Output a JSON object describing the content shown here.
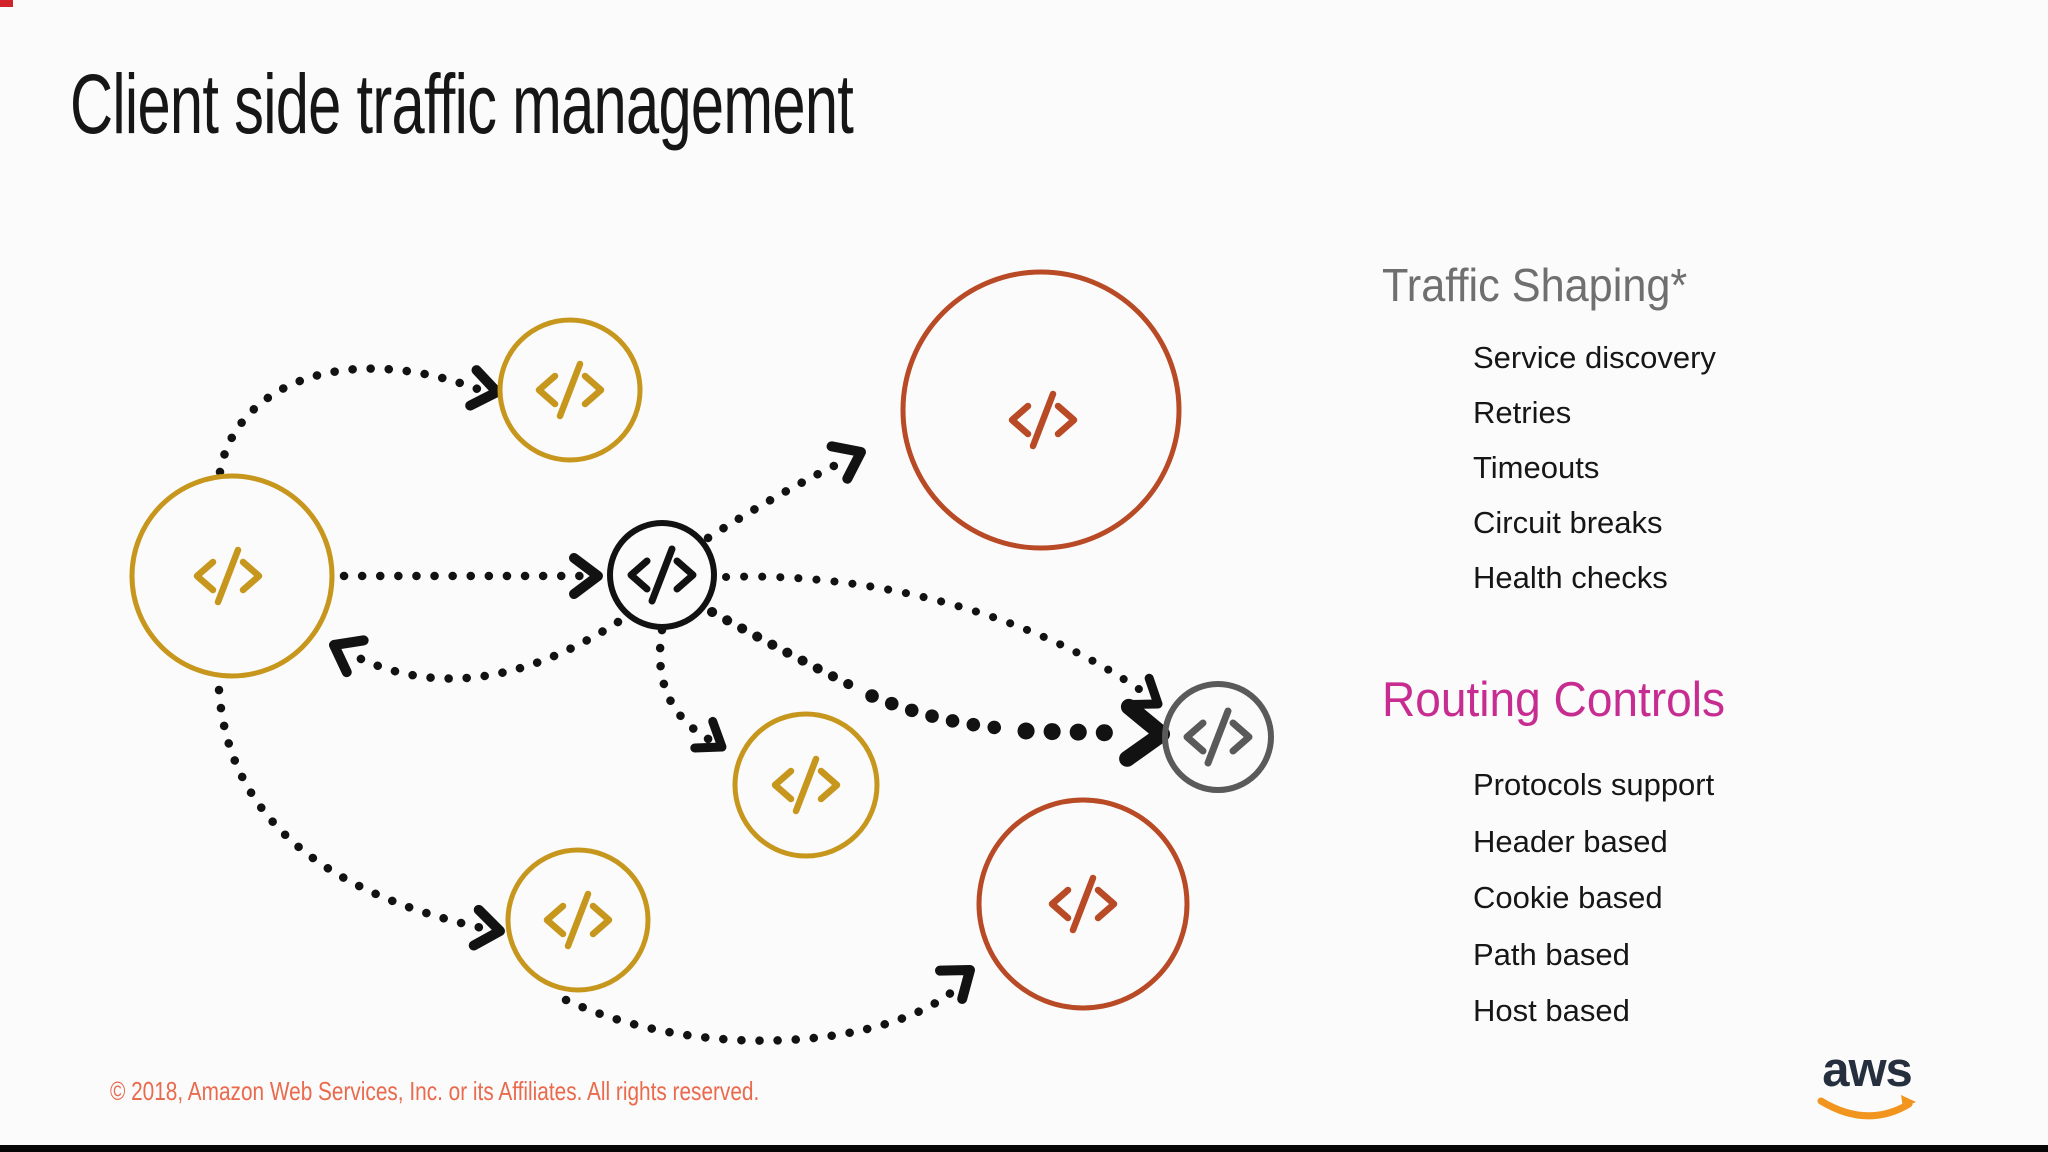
{
  "slide": {
    "title": "Client side traffic management"
  },
  "panels": {
    "traffic_shaping": {
      "heading": "Traffic Shaping*",
      "items": [
        "Service discovery",
        "Retries",
        "Timeouts",
        "Circuit breaks",
        "Health checks"
      ]
    },
    "routing_controls": {
      "heading": "Routing Controls",
      "items": [
        "Protocols support",
        "Header based",
        "Cookie based",
        "Path based",
        "Host based"
      ]
    }
  },
  "footer": {
    "copyright": "© 2018, Amazon Web Services, Inc. or its Affiliates. All rights reserved."
  },
  "logo": {
    "text": "aws"
  },
  "colors": {
    "gold": "#C6961D",
    "rust": "#B84A26",
    "ink": "#121212",
    "node_gray": "#5A5A5A",
    "heading_gray": "#6F6F6F",
    "magenta": "#C72C91",
    "footer_orange": "#E96A4C",
    "aws_navy": "#252F3E",
    "aws_orange": "#F2951F"
  },
  "diagram": {
    "nodes": [
      {
        "id": "service-large-left",
        "icon": "code-icon",
        "color_role": "gold",
        "size": "large"
      },
      {
        "id": "service-top",
        "icon": "code-icon",
        "color_role": "gold",
        "size": "medium"
      },
      {
        "id": "service-center-hub",
        "icon": "code-icon",
        "color_role": "ink",
        "size": "small"
      },
      {
        "id": "service-big-right",
        "icon": "code-icon",
        "color_role": "rust",
        "size": "xlarge"
      },
      {
        "id": "service-middle",
        "icon": "code-icon",
        "color_role": "gold",
        "size": "medium"
      },
      {
        "id": "service-gray-right",
        "icon": "code-icon",
        "color_role": "node_gray",
        "size": "small"
      },
      {
        "id": "service-bottom-left",
        "icon": "code-icon",
        "color_role": "gold",
        "size": "medium"
      },
      {
        "id": "service-bottom-right",
        "icon": "code-icon",
        "color_role": "rust",
        "size": "large"
      }
    ],
    "edges": [
      {
        "from": "service-large-left",
        "to": "service-top",
        "style": "dotted"
      },
      {
        "from": "service-large-left",
        "to": "service-center-hub",
        "style": "dotted"
      },
      {
        "from": "service-center-hub",
        "to": "service-large-left",
        "style": "dotted"
      },
      {
        "from": "service-center-hub",
        "to": "service-big-right",
        "style": "dotted"
      },
      {
        "from": "service-center-hub",
        "to": "service-gray-right",
        "style": "dotted"
      },
      {
        "from": "service-center-hub",
        "to": "service-gray-right",
        "style": "bold-dotted-emphasis"
      },
      {
        "from": "service-center-hub",
        "to": "service-middle",
        "style": "dotted"
      },
      {
        "from": "service-large-left",
        "to": "service-bottom-left",
        "style": "dotted"
      },
      {
        "from": "service-bottom-left",
        "to": "service-bottom-right",
        "style": "dotted"
      }
    ]
  }
}
